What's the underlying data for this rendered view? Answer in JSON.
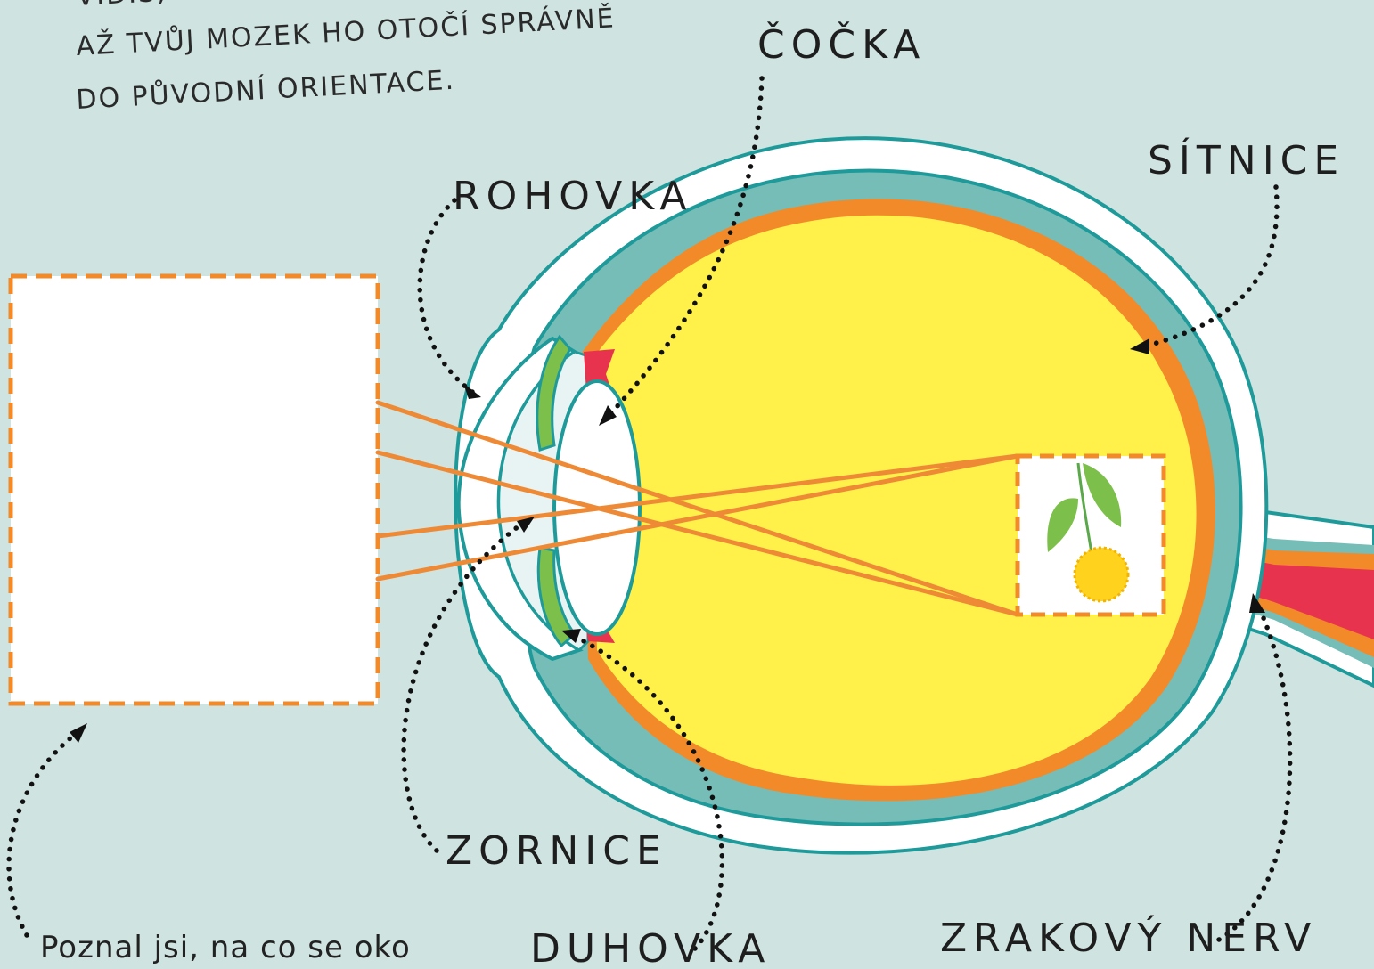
{
  "intro": {
    "line1": "VIDÍŠ, NA SÍTNICI",
    "line2": "AŽ TVŮJ MOZEK HO OTOČÍ SPRÁVNĚ",
    "line3": "DO PŮVODNÍ ORIENTACE."
  },
  "labels": {
    "cocka": "ČOČKA",
    "rohovka": "ROHOVKA",
    "sitnice": "SÍTNICE",
    "zornice": "ZORNICE",
    "duhovka": "DUHOVKA",
    "zrakovy_nerv": "ZRAKOVÝ NERV"
  },
  "caption": "Poznal jsi, na co se oko",
  "colors": {
    "background": "#cfe3e1",
    "sclera_teal": "#76bdb8",
    "outline": "#1f9a9a",
    "retina_orange": "#f28a2a",
    "vitreous_yellow": "#fff04a",
    "nerve_red": "#e8334f",
    "iris_green": "#7cbf4a",
    "ray_orange": "#ee8a35"
  }
}
